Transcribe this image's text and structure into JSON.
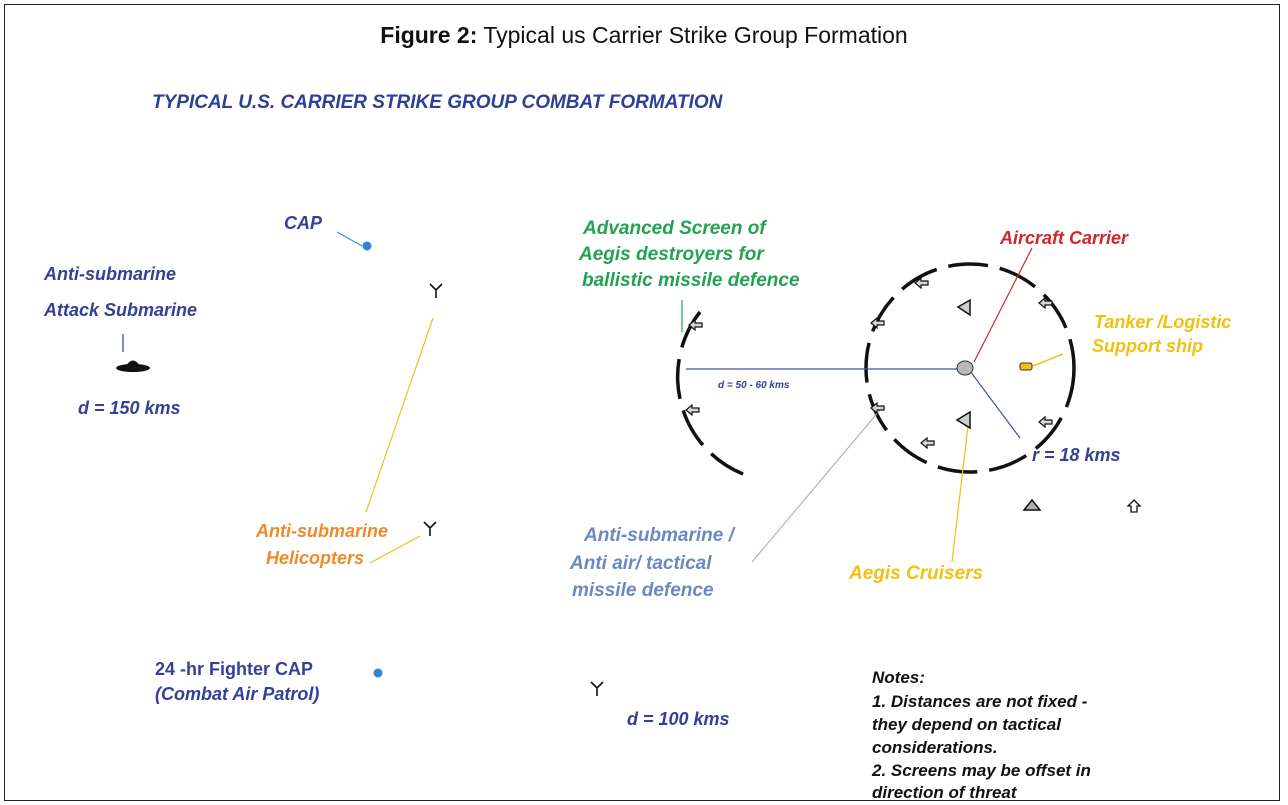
{
  "caption": {
    "label": "Figure 2:",
    "text": " Typical us Carrier Strike Group Formation"
  },
  "title": "TYPICAL U.S. CARRIER STRIKE GROUP COMBAT FORMATION",
  "labels": {
    "cap_top": "CAP",
    "asw_sub_1": "Anti-submarine",
    "asw_sub_2": "Attack Submarine",
    "d150": "d = 150 kms",
    "adv_screen_1": "Advanced Screen of",
    "adv_screen_2": "Aegis destroyers for",
    "adv_screen_3": "ballistic missile defence",
    "carrier": "Aircraft Carrier",
    "tanker_1": "Tanker /Logistic",
    "tanker_2": "Support ship",
    "d50": "d = 50 - 60 kms",
    "r18": "r = 18 kms",
    "asw_helo_1": "Anti-submarine",
    "asw_helo_2": "Helicopters",
    "asw_def_1": "Anti-submarine /",
    "asw_def_2": "Anti air/ tactical",
    "asw_def_3": "missile defence",
    "cruisers": "Aegis Cruisers",
    "fighter_cap_1": "24 -hr Fighter  CAP",
    "fighter_cap_2": "(Combat Air Patrol)",
    "d100": "d = 100 kms"
  },
  "notes": {
    "heading": "Notes:",
    "line1": "1. Distances are not fixed -",
    "line2": "they depend on tactical",
    "line3": "considerations.",
    "line4": "2. Screens may be offset in",
    "line5": "direction of threat"
  },
  "colors": {
    "blue": "#343f97",
    "light_blue": "#6a89c1",
    "green": "#22a352",
    "red": "#d0262c",
    "yellow": "#f2c012",
    "orange": "#ee8a2c"
  }
}
